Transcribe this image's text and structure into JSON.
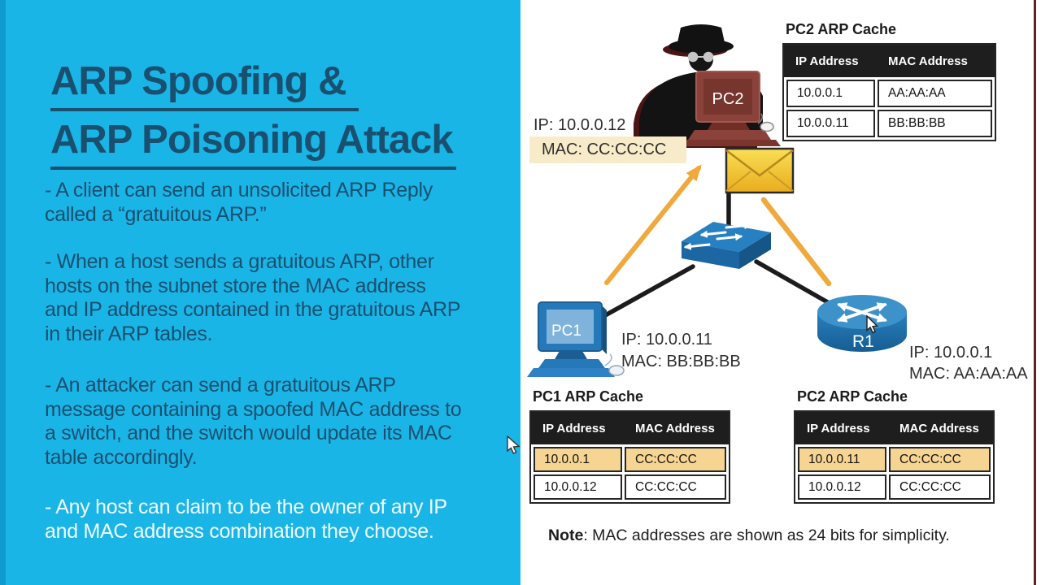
{
  "left_panel": {
    "title_line1": "ARP Spoofing &",
    "title_line2": "ARP Poisoning Attack",
    "bullets": [
      "- A client can send an unsolicited ARP Reply\ncalled a “gratuitous ARP.”",
      "- When a host sends a gratuitous ARP, other\nhosts on the subnet store the MAC address\nand IP address contained in the gratuitous ARP\nin their ARP tables.",
      "- An attacker can send a gratuitous ARP\nmessage containing a spoofed MAC address to\na switch, and the switch would update its MAC\ntable accordingly.",
      "- Any host can claim to be the owner of any IP\nand MAC address combination they choose."
    ]
  },
  "diagram": {
    "attacker_pc_label": "PC2",
    "attacker_ip": "IP: 10.0.0.12",
    "attacker_mac": "MAC: CC:CC:CC",
    "pc1_label": "PC1",
    "pc1_ip": "IP: 10.0.0.11",
    "pc1_mac": "MAC: BB:BB:BB",
    "r1_label": "R1",
    "r1_ip": "IP: 10.0.0.1",
    "r1_mac": "MAC: AA:AA:AA"
  },
  "tables": {
    "top": {
      "title": "PC2 ARP Cache",
      "headers": [
        "IP Address",
        "MAC Address"
      ],
      "rows": [
        {
          "ip": "10.0.0.1",
          "mac": "AA:AA:AA",
          "highlight": false
        },
        {
          "ip": "10.0.0.11",
          "mac": "BB:BB:BB",
          "highlight": false
        }
      ]
    },
    "bottom_left": {
      "title": "PC1 ARP Cache",
      "headers": [
        "IP Address",
        "MAC Address"
      ],
      "rows": [
        {
          "ip": "10.0.0.1",
          "mac": "CC:CC:CC",
          "highlight": true
        },
        {
          "ip": "10.0.0.12",
          "mac": "CC:CC:CC",
          "highlight": false
        }
      ]
    },
    "bottom_right": {
      "title": "PC2 ARP Cache",
      "headers": [
        "IP Address",
        "MAC Address"
      ],
      "rows": [
        {
          "ip": "10.0.0.11",
          "mac": "CC:CC:CC",
          "highlight": true
        },
        {
          "ip": "10.0.0.12",
          "mac": "CC:CC:CC",
          "highlight": false
        }
      ]
    }
  },
  "note": {
    "bold": "Note",
    "rest": ": MAC addresses are shown as 24 bits for simplicity."
  },
  "colors": {
    "left_bg": "#1AB5E7",
    "title_text": "#19506F",
    "light_text": "#F0FAFD",
    "highlight_row": "#F6D492",
    "mac_label_bg": "#F8EBC9",
    "table_header_bg": "#1E1E1E",
    "envelope_gold": "#F2C22E",
    "arrow_orange": "#F0A93C",
    "device_blue": "#2580C4",
    "attacker_pc_maroon": "#8B423A",
    "right_edge_line": "#5E231E"
  }
}
